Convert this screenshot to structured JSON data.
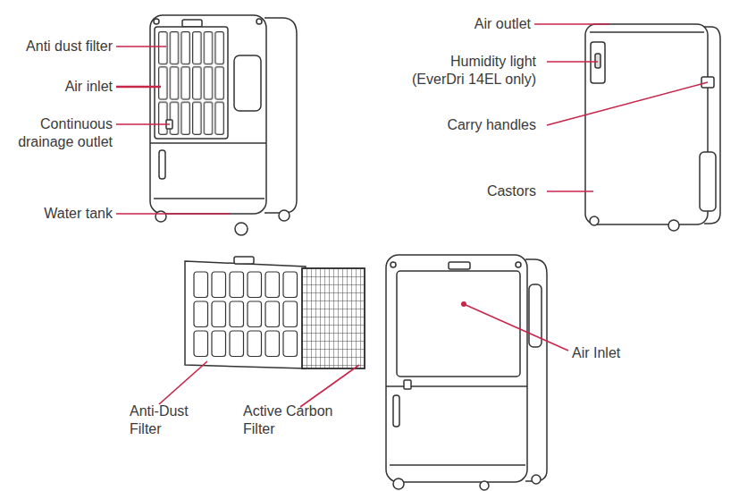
{
  "diagram": {
    "labels": [
      "Anti dust filter",
      "Air inlet",
      "Continuous drainage outlet",
      "Water tank",
      "Air outlet",
      "Humidity light (EverDri 14EL only)",
      "Carry handles",
      "Castors",
      "Air Inlet",
      "Anti-Dust Filter",
      "Active Carbon Filter"
    ]
  }
}
